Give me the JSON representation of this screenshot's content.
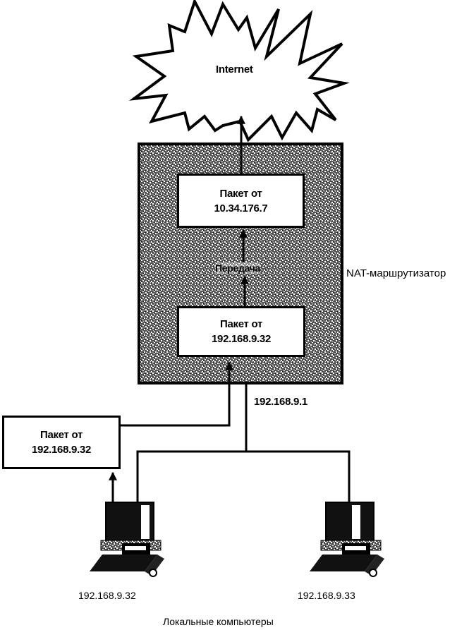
{
  "internet": {
    "label": "Internet"
  },
  "router": {
    "label": "NAT-маршрутизатор",
    "inner_ip": "192.168.9.1",
    "outgoing_packet": {
      "line1": "Пакет от",
      "line2": "10.34.176.7"
    },
    "incoming_packet": {
      "line1": "Пакет от",
      "line2": "192.168.9.32"
    },
    "transfer_label": "Передача"
  },
  "lan_packet": {
    "line1": "Пакет от",
    "line2": "192.168.9.32"
  },
  "computers": [
    {
      "ip": "192.168.9.32"
    },
    {
      "ip": "192.168.9.33"
    }
  ],
  "caption": "Локальные компьютеры"
}
